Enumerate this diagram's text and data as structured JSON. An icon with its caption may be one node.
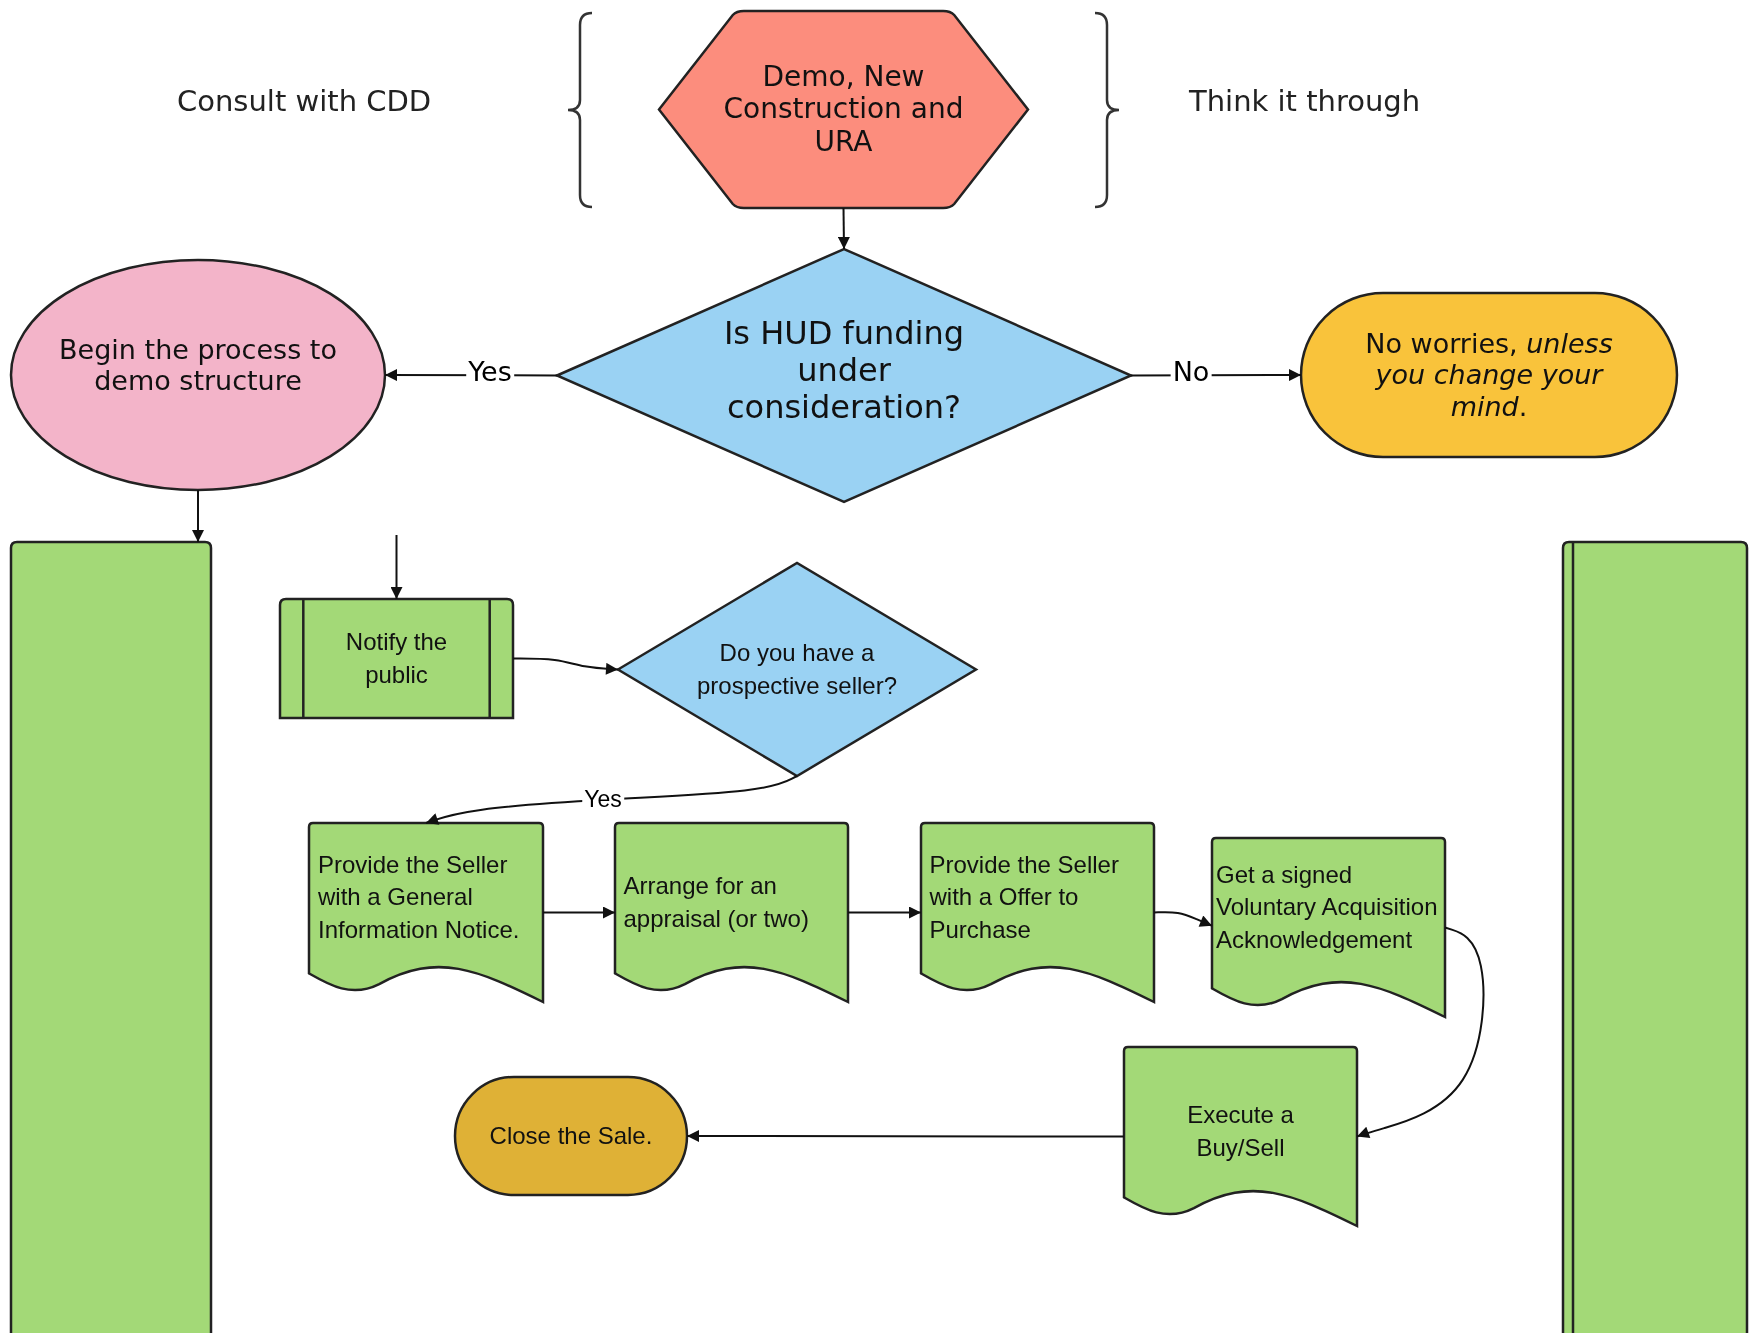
{
  "diagram": {
    "nodes": [
      {
        "text": [
          "Demo, New Construction and URA"
        ]
      },
      {
        "text": [
          "Is HUD funding under consideration?"
        ]
      },
      {
        "text": [
          "Begin the process to demo structure"
        ]
      },
      {
        "text": [
          "No worries, *unless you change your mind*."
        ]
      },
      {
        "text": [],
        "shape": "bar"
      },
      {
        "text": [],
        "shape": "bar"
      },
      {
        "text": [
          "Notify the public"
        ]
      },
      {
        "text": [
          "Do you have a prospective seller?"
        ]
      },
      {
        "text": [
          "Provide the Seller with a General Information Notice."
        ]
      },
      {
        "text": [
          "Arrange for an appraisal (or two)"
        ]
      },
      {
        "text": [
          "Provide the Seller with a Offer to Purchase"
        ]
      },
      {
        "text": [
          "Get a signed Voluntary Acquisition Acknowledgement"
        ]
      },
      {
        "text": [
          "Execute a Buy/Sell"
        ]
      },
      {
        "text": [
          "Close the Sale."
        ]
      }
    ],
    "edges": [
      {
        "from": 0,
        "to": 1,
        "arrow": "to"
      },
      {
        "from": 1,
        "to": 2,
        "arrow": "to",
        "label": "Yes"
      },
      {
        "from": 1,
        "to": 3,
        "arrow": "to",
        "label": "No"
      },
      {
        "from": 2,
        "to": 4,
        "arrow": "to"
      },
      {
        "from": null,
        "to": 6,
        "arrow": "to"
      },
      {
        "from": 6,
        "to": 7,
        "arrow": "to"
      },
      {
        "from": 7,
        "to": 8,
        "arrow": "to",
        "label": "Yes"
      },
      {
        "from": 8,
        "to": 9,
        "arrow": "to"
      },
      {
        "from": 9,
        "to": 10,
        "arrow": "to"
      },
      {
        "from": 10,
        "to": 11,
        "arrow": "to"
      },
      {
        "from": 11,
        "to": 12,
        "arrow": "to"
      },
      {
        "from": 12,
        "to": 13,
        "arrow": "to"
      }
    ],
    "labels": [
      "Consult with CDD",
      "Think it through"
    ]
  }
}
